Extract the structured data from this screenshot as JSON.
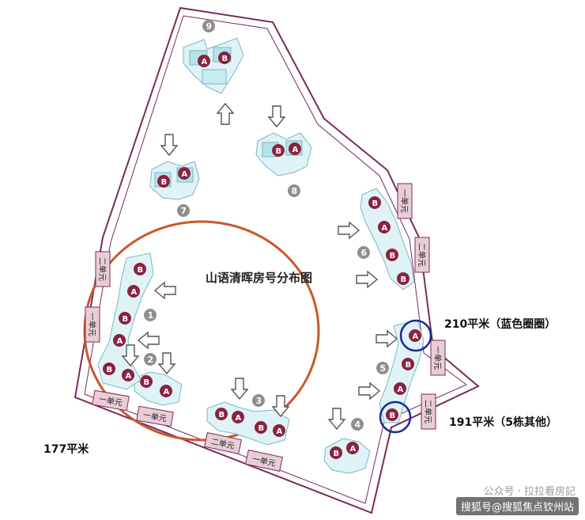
{
  "title": "山语清晖房号分布图",
  "annotations": {
    "a210": "210平米（蓝色圈圈）",
    "a191": "191平米（5栋其他）",
    "a177": "177平米"
  },
  "unit_labels": {
    "one": "一单元",
    "two": "二单元"
  },
  "apt_letters": {
    "a": "A",
    "b": "B"
  },
  "building_numbers": [
    "1",
    "2",
    "3",
    "4",
    "5",
    "6",
    "7",
    "8",
    "9"
  ],
  "watermark": {
    "account": "公众号 · 拉拉看房記",
    "source": "搜狐号@搜狐焦点钦州站"
  },
  "colors": {
    "site_boundary": "#7a2a5a",
    "circle_177": "#c8582a",
    "circle_210": "#1c2a9a",
    "apt_marker": "#8a2240",
    "building_fill": "#dff3f6",
    "unit_box": "#e9cdd6",
    "number_badge": "#8f8f8f"
  }
}
